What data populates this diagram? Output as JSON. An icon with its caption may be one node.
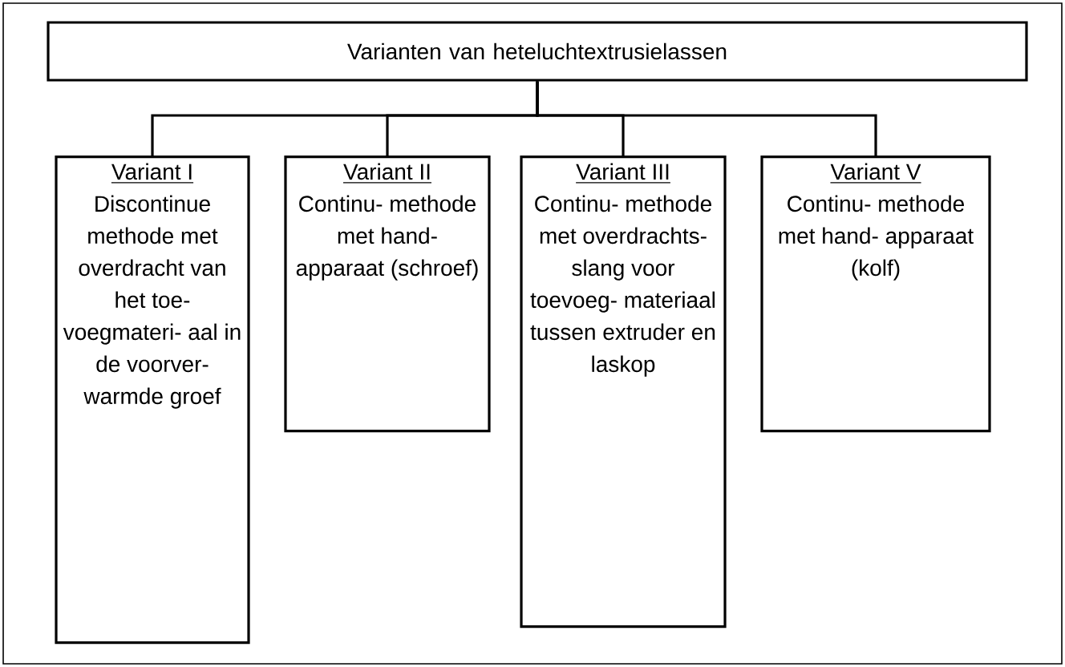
{
  "diagram": {
    "nodes": [
      {
        "text": [
          "Varianten van heteluchtextrusielassen"
        ]
      },
      {
        "text": [
          "Variant I",
          "Discontinue methode met overdracht van het toe- voegmateri- aal in de voorver- warmde groef"
        ]
      },
      {
        "text": [
          "Variant II",
          "Continu- methode met hand- apparaat (schroef)"
        ]
      },
      {
        "text": [
          "Variant III",
          "Continu- methode met overdrachts- slang voor toevoeg- materiaal tussen extruder en laskop"
        ]
      },
      {
        "text": [
          "Variant V",
          "Continu- methode met hand- apparaat (kolf)"
        ]
      }
    ],
    "edges": [
      {
        "from": 0,
        "to": 1,
        "arrow": "none"
      },
      {
        "from": 0,
        "to": 2,
        "arrow": "none"
      },
      {
        "from": 0,
        "to": 3,
        "arrow": "none"
      },
      {
        "from": 0,
        "to": 4,
        "arrow": "none"
      }
    ]
  }
}
